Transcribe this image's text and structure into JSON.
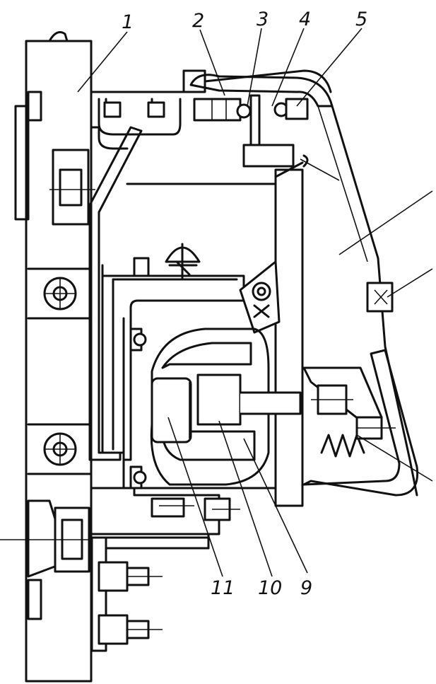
{
  "figure": {
    "callouts": [
      {
        "id": "1",
        "text": "1"
      },
      {
        "id": "2",
        "text": "2"
      },
      {
        "id": "3",
        "text": "3"
      },
      {
        "id": "4",
        "text": "4"
      },
      {
        "id": "5",
        "text": "5"
      },
      {
        "id": "9",
        "text": "9"
      },
      {
        "id": "10",
        "text": "10"
      },
      {
        "id": "11",
        "text": "11"
      }
    ],
    "colors": {
      "ink": "#111111",
      "paper": "#ffffff"
    }
  }
}
